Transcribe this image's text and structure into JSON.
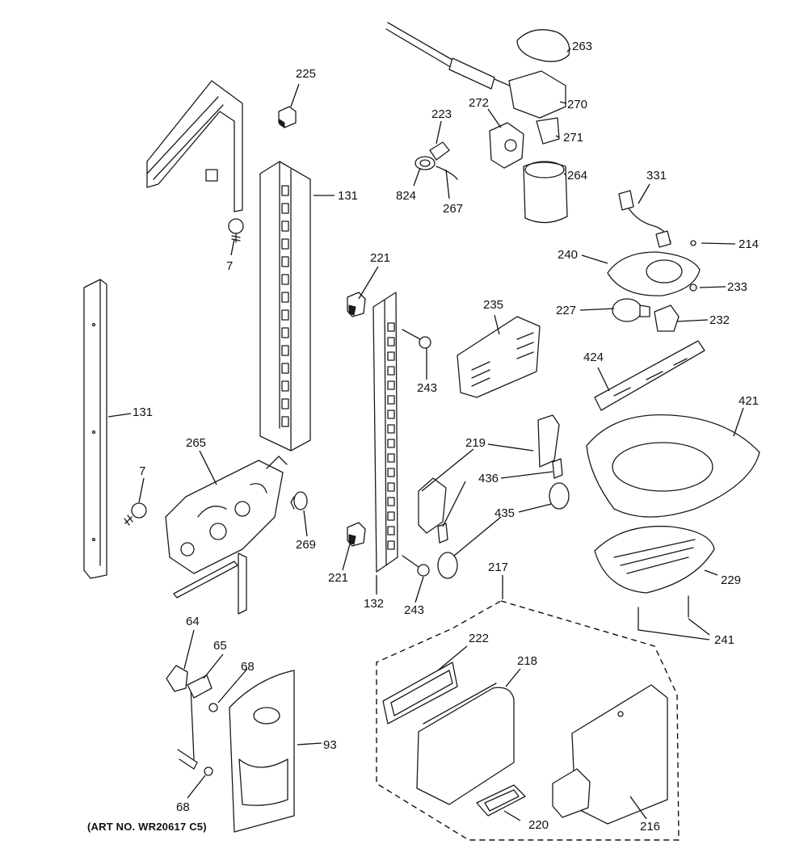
{
  "diagram": {
    "art_number": "(ART NO. WR20617 C5)",
    "callouts": [
      {
        "id": "c263",
        "label": "263"
      },
      {
        "id": "c225",
        "label": "225"
      },
      {
        "id": "c270",
        "label": "270"
      },
      {
        "id": "c272",
        "label": "272"
      },
      {
        "id": "c223",
        "label": "223"
      },
      {
        "id": "c271",
        "label": "271"
      },
      {
        "id": "c131a",
        "label": "131"
      },
      {
        "id": "c264",
        "label": "264"
      },
      {
        "id": "c824",
        "label": "824"
      },
      {
        "id": "c267",
        "label": "267"
      },
      {
        "id": "c331",
        "label": "331"
      },
      {
        "id": "c214",
        "label": "214"
      },
      {
        "id": "c7a",
        "label": "7"
      },
      {
        "id": "c221a",
        "label": "221"
      },
      {
        "id": "c240",
        "label": "240"
      },
      {
        "id": "c233",
        "label": "233"
      },
      {
        "id": "c235",
        "label": "235"
      },
      {
        "id": "c227",
        "label": "227"
      },
      {
        "id": "c232",
        "label": "232"
      },
      {
        "id": "c243a",
        "label": "243"
      },
      {
        "id": "c424",
        "label": "424"
      },
      {
        "id": "c131b",
        "label": "131"
      },
      {
        "id": "c421",
        "label": "421"
      },
      {
        "id": "c265",
        "label": "265"
      },
      {
        "id": "c219",
        "label": "219"
      },
      {
        "id": "c7b",
        "label": "7"
      },
      {
        "id": "c436",
        "label": "436"
      },
      {
        "id": "c435",
        "label": "435"
      },
      {
        "id": "c269",
        "label": "269"
      },
      {
        "id": "c221b",
        "label": "221"
      },
      {
        "id": "c217",
        "label": "217"
      },
      {
        "id": "c229",
        "label": "229"
      },
      {
        "id": "c132",
        "label": "132"
      },
      {
        "id": "c243b",
        "label": "243"
      },
      {
        "id": "c64",
        "label": "64"
      },
      {
        "id": "c241",
        "label": "241"
      },
      {
        "id": "c65",
        "label": "65"
      },
      {
        "id": "c222",
        "label": "222"
      },
      {
        "id": "c68a",
        "label": "68"
      },
      {
        "id": "c218",
        "label": "218"
      },
      {
        "id": "c93",
        "label": "93"
      },
      {
        "id": "c68b",
        "label": "68"
      },
      {
        "id": "c220",
        "label": "220"
      },
      {
        "id": "c216",
        "label": "216"
      }
    ]
  }
}
